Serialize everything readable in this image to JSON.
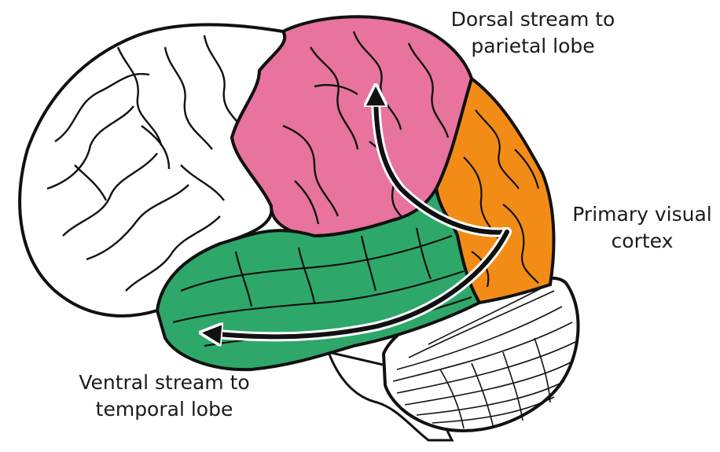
{
  "labels": {
    "dorsal": {
      "line1": "Dorsal stream to",
      "line2": "parietal lobe"
    },
    "primary": {
      "line1": "Primary visual",
      "line2": "cortex"
    },
    "ventral": {
      "line1": "Ventral stream to",
      "line2": "temporal lobe"
    }
  },
  "colors": {
    "parietal": "#e8739f",
    "occipital": "#f28c17",
    "temporal": "#2ea86a",
    "frontal": "#ffffff",
    "outline": "#111111"
  }
}
